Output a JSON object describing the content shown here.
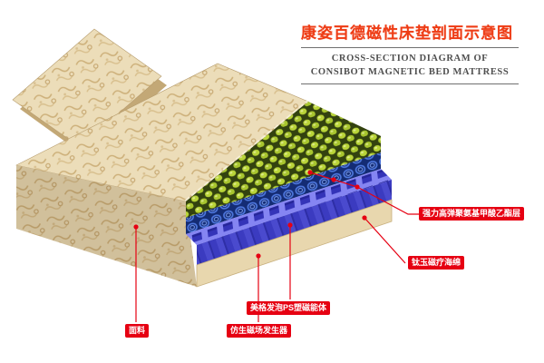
{
  "title": {
    "zh": "康姿百德磁性床垫剖面示意图",
    "en1": "CROSS-SECTION DIAGRAM OF",
    "en2": "CONSIBOT MAGNETIC BED MATTRESS"
  },
  "callouts": {
    "polyurethane_layer": {
      "text": "强力高弹聚氨基甲酸乙酯层"
    },
    "magnet_sponge": {
      "text": "钛玉磁疗海绵"
    },
    "foam_ps": {
      "text": "美格发泡PS塑磁能体"
    },
    "generator": {
      "text": "仿生磁场发生器"
    },
    "fabric": {
      "text": "面料"
    }
  },
  "colors": {
    "accent_red": "#e60012",
    "title_red": "#ee3c15",
    "fabric_beige": "#ecddb9",
    "foam_green": "#b9d438",
    "spring_blue": "#142c74",
    "honeycomb_purple": "#4a4ace",
    "base_cream": "#e8d7ae"
  }
}
